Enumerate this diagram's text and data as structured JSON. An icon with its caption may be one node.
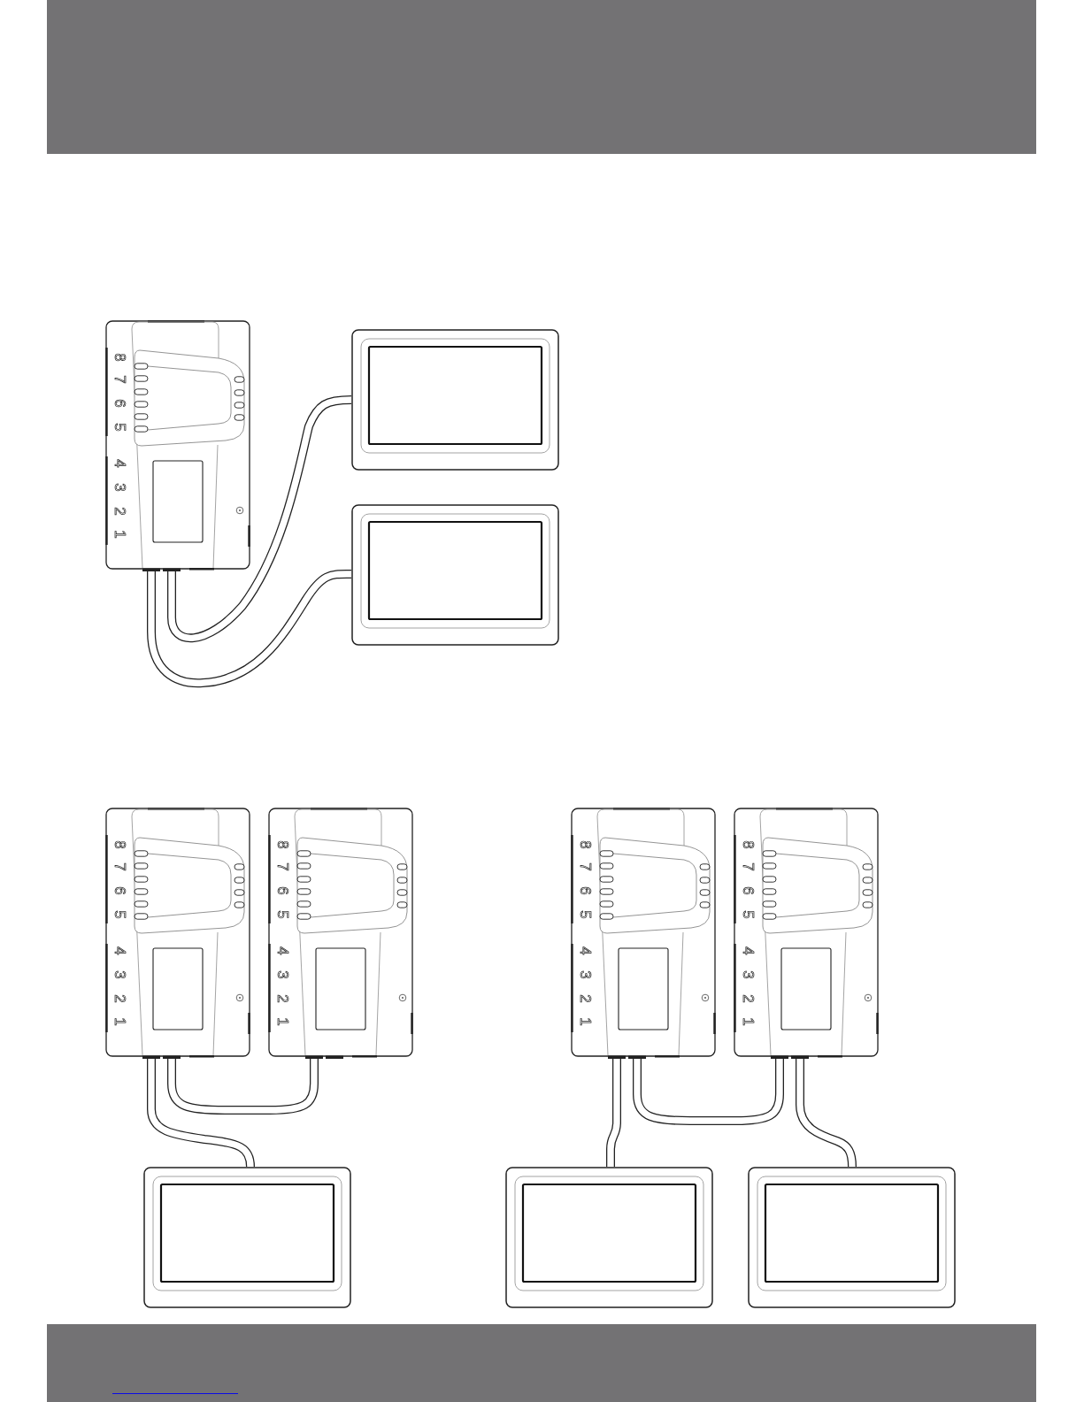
{
  "diagram": {
    "nodes": [
      {
        "text": [
          "8",
          "7",
          "6",
          "5",
          "4",
          "3",
          "2",
          "1"
        ]
      },
      {
        "text": [],
        "shape": "box"
      },
      {
        "text": [],
        "shape": "box"
      },
      {
        "text": [
          "8",
          "7",
          "6",
          "5",
          "4",
          "3",
          "2",
          "1"
        ]
      },
      {
        "text": [
          "8",
          "7",
          "6",
          "5",
          "4",
          "3",
          "2",
          "1"
        ]
      },
      {
        "text": [
          "8",
          "7",
          "6",
          "5",
          "4",
          "3",
          "2",
          "1"
        ]
      },
      {
        "text": [
          "8",
          "7",
          "6",
          "5",
          "4",
          "3",
          "2",
          "1"
        ]
      },
      {
        "text": [],
        "shape": "box"
      },
      {
        "text": [],
        "shape": "box"
      },
      {
        "text": [],
        "shape": "box"
      }
    ],
    "edges": [
      {
        "from": 0,
        "to": 1,
        "arrow": "none"
      },
      {
        "from": 0,
        "to": 2,
        "arrow": "none"
      },
      {
        "from": 3,
        "to": 4,
        "arrow": "none"
      },
      {
        "from": 3,
        "to": 7,
        "arrow": "none"
      },
      {
        "from": 5,
        "to": 6,
        "arrow": "none"
      },
      {
        "from": 5,
        "to": 8,
        "arrow": "none"
      },
      {
        "from": 6,
        "to": 9,
        "arrow": "none"
      }
    ]
  }
}
